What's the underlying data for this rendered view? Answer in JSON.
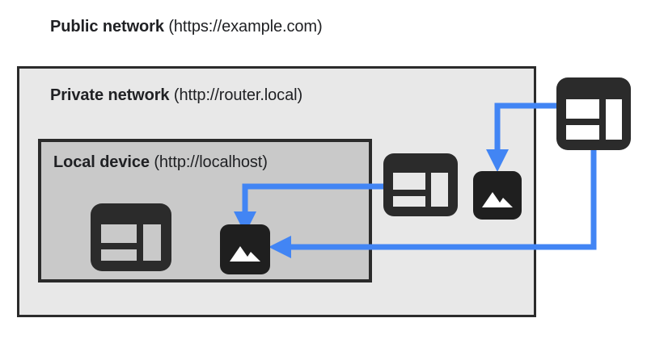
{
  "diagram": {
    "type": "network-boundary-diagram",
    "background": "#ffffff",
    "accent_color": "#4285f4",
    "icon_color": "#2b2b2b",
    "zones": [
      {
        "id": "public",
        "name_strong": "Public network",
        "name_addr": "(https://example.com)",
        "fill": "#ffffff"
      },
      {
        "id": "private",
        "name_strong": "Private network",
        "name_addr": "(http://router.local)",
        "fill": "#e8e8e8",
        "border": "#2b2b2b"
      },
      {
        "id": "local",
        "name_strong": "Local device",
        "name_addr": "(http://localhost)",
        "fill": "#c9c9c9",
        "border": "#2b2b2b"
      }
    ],
    "nodes": [
      {
        "id": "local-browser",
        "kind": "browser-window",
        "zone": "local",
        "label": "browser-window-icon"
      },
      {
        "id": "local-image",
        "kind": "image-resource",
        "zone": "local",
        "label": "image-resource-icon"
      },
      {
        "id": "private-browser",
        "kind": "browser-window",
        "zone": "private",
        "label": "browser-window-icon"
      },
      {
        "id": "private-image",
        "kind": "image-resource",
        "zone": "private",
        "label": "image-resource-icon"
      },
      {
        "id": "public-browser",
        "kind": "browser-window",
        "zone": "public",
        "label": "browser-window-icon"
      }
    ],
    "connections": [
      {
        "id": "conn-private-browser-to-local-image",
        "from": "private-browser",
        "to": "local-image",
        "color": "#4285f4"
      },
      {
        "id": "conn-public-browser-to-private-image",
        "from": "public-browser",
        "to": "private-image",
        "color": "#4285f4"
      },
      {
        "id": "conn-public-browser-to-local-image",
        "from": "public-browser",
        "to": "local-image",
        "color": "#4285f4"
      }
    ]
  }
}
